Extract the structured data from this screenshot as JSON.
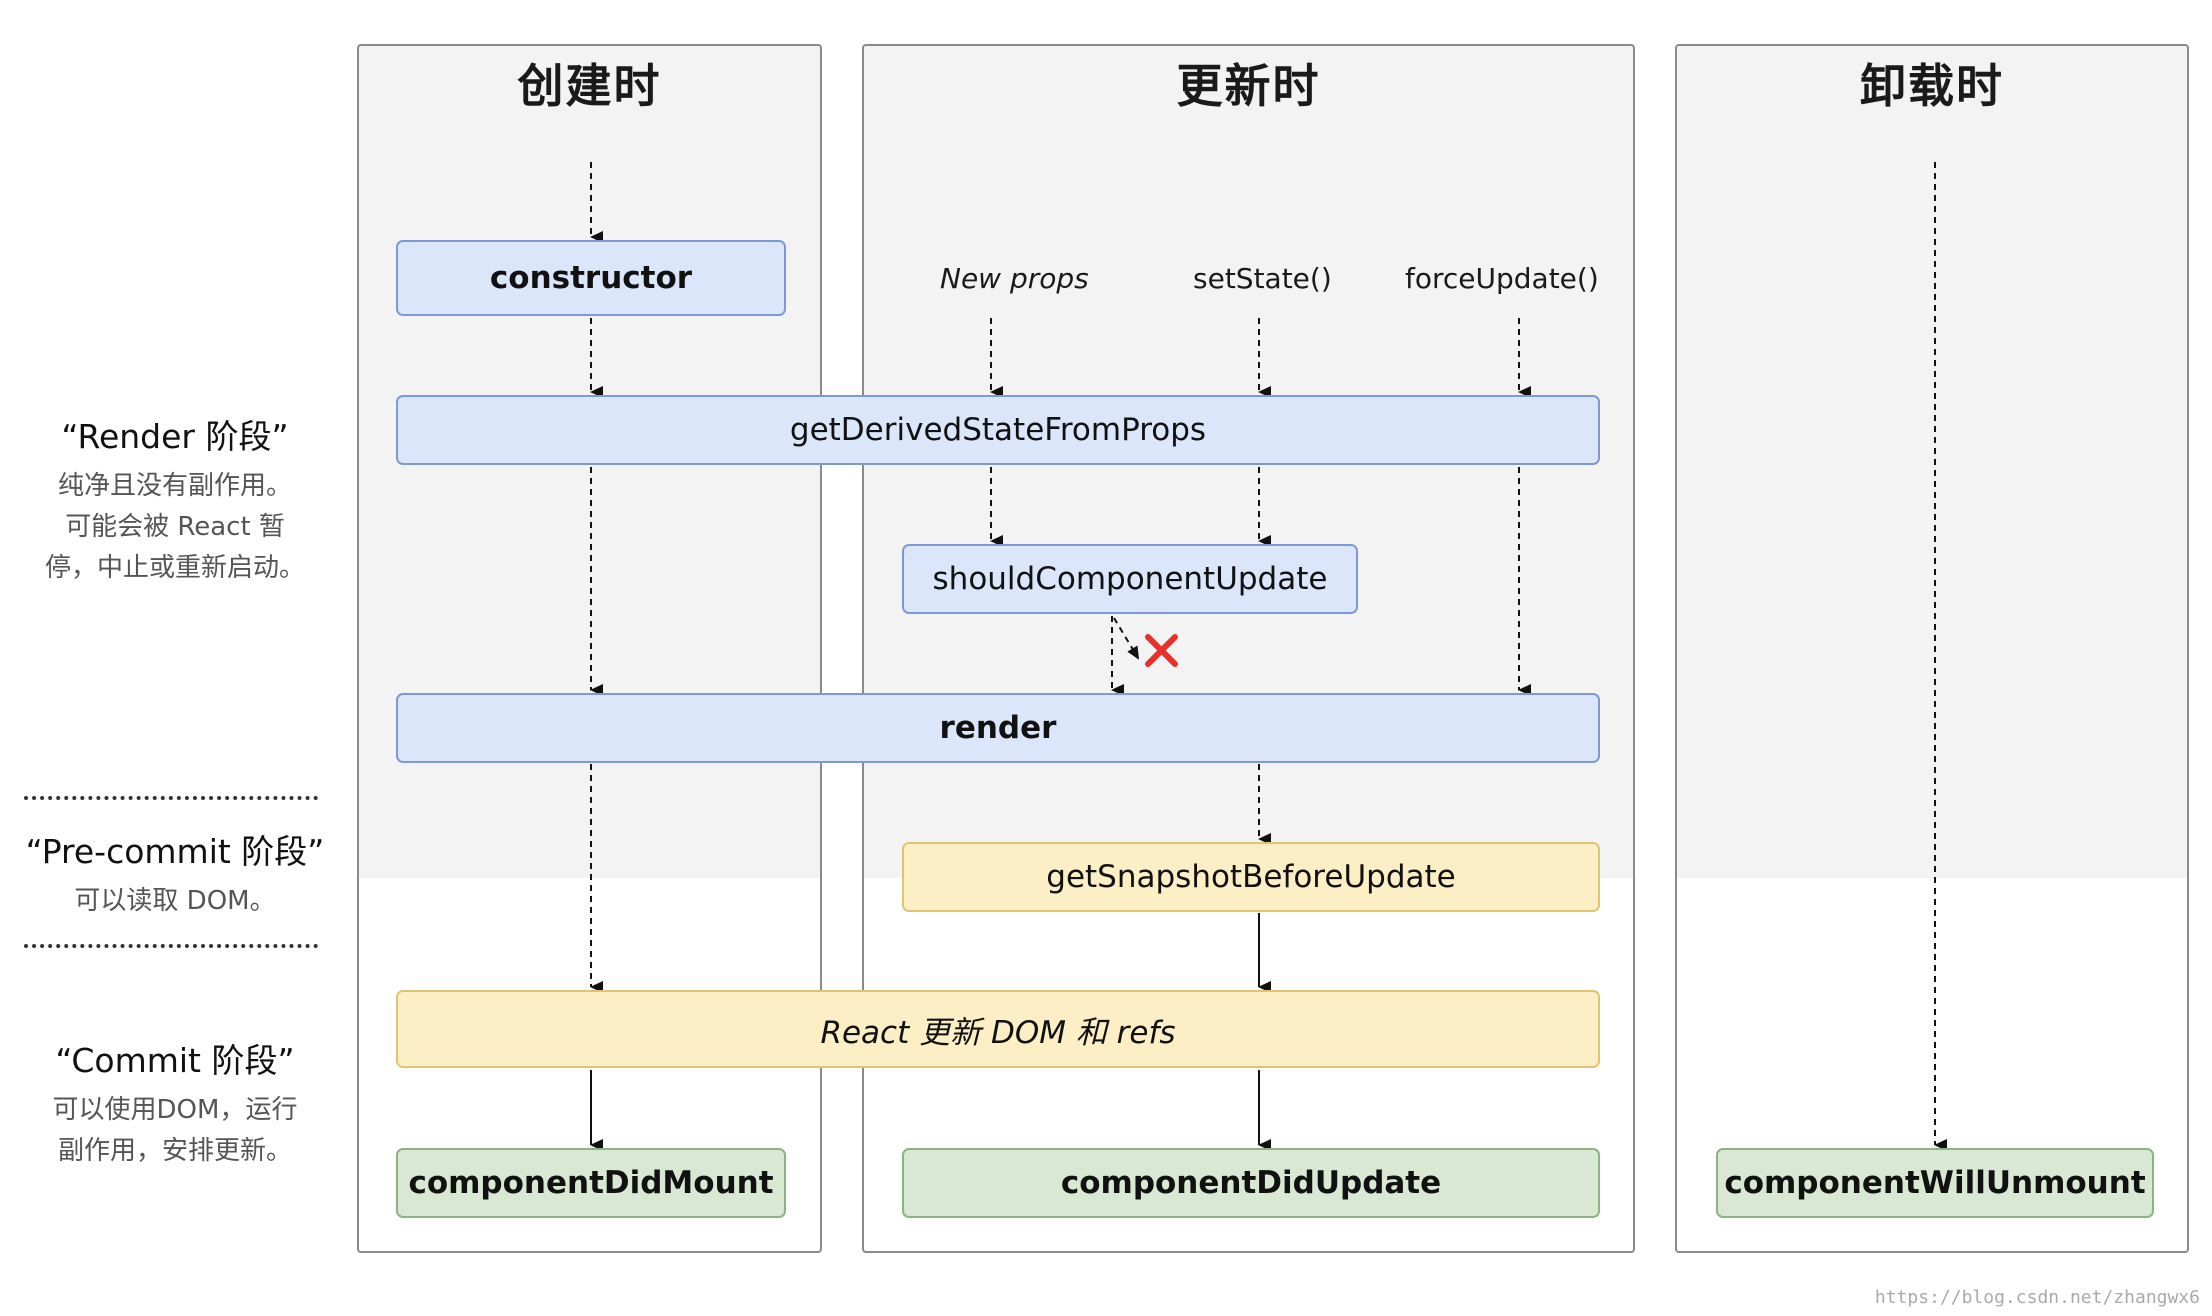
{
  "columns": {
    "mount": {
      "title": "创建时"
    },
    "update": {
      "title": "更新时"
    },
    "unmount": {
      "title": "卸载时"
    }
  },
  "phases": {
    "render": {
      "title": "“Render 阶段”",
      "desc_lines": [
        "纯净且没有副作用。",
        "可能会被 React 暂",
        "停，中止或重新启动。"
      ]
    },
    "precommit": {
      "title": "“Pre-commit 阶段”",
      "desc_lines": [
        "可以读取 DOM。"
      ]
    },
    "commit": {
      "title": "“Commit 阶段”",
      "desc_lines": [
        "可以使用DOM，运行",
        "副作用，安排更新。"
      ]
    }
  },
  "triggers": {
    "new_props": "New props",
    "set_state": "setState()",
    "force_update": "forceUpdate()"
  },
  "methods": {
    "constructor": "constructor",
    "get_derived_state": "getDerivedStateFromProps",
    "should_update": "shouldComponentUpdate",
    "render": "render",
    "get_snapshot": "getSnapshotBeforeUpdate",
    "react_updates": "React 更新 DOM 和 refs",
    "did_mount": "componentDidMount",
    "did_update": "componentDidUpdate",
    "will_unmount": "componentWillUnmount"
  },
  "watermark": "https://blog.csdn.net/zhangwx6",
  "colors": {
    "blue_fill": "#dce6fa",
    "blue_border": "#7d99d8",
    "yellow_fill": "#fcefc6",
    "yellow_border": "#e0c46e",
    "green_fill": "#d8e8d3",
    "green_border": "#8db384",
    "cancel_x": "#e8312a"
  }
}
